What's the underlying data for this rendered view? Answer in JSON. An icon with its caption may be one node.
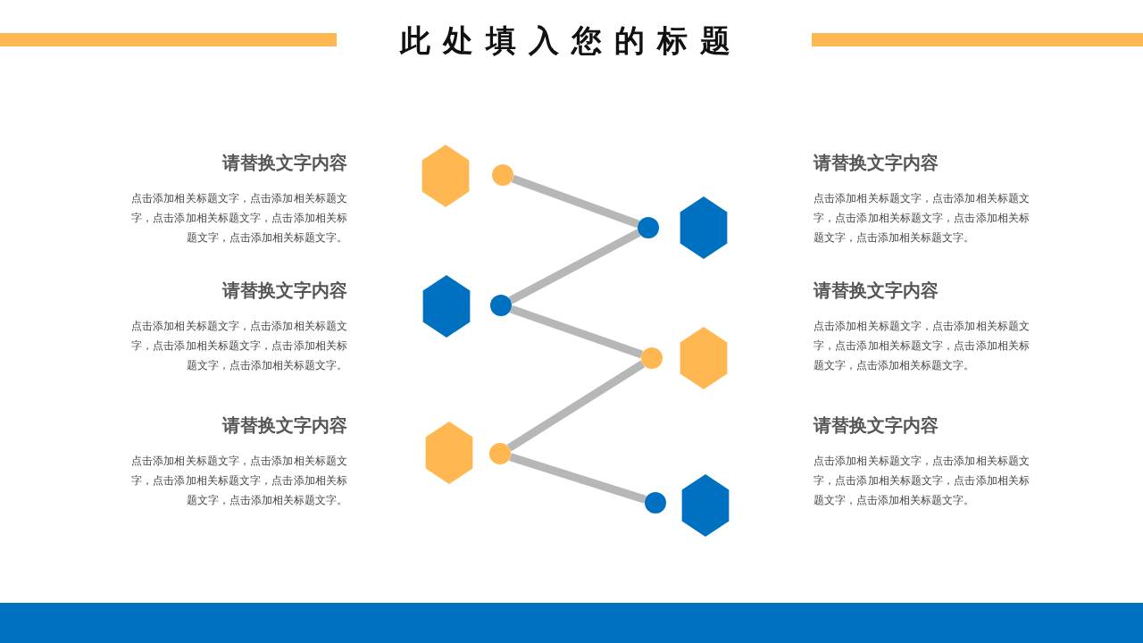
{
  "diagram": {
    "title": "此处填入您的标题",
    "nodes": [
      {
        "text": [],
        "shape": "circle"
      },
      {
        "text": [],
        "shape": "circle"
      },
      {
        "text": [],
        "shape": "circle"
      },
      {
        "text": [],
        "shape": "circle"
      },
      {
        "text": [],
        "shape": "circle"
      },
      {
        "text": [],
        "shape": "circle"
      }
    ],
    "edges": [
      {
        "from": 0,
        "to": 1,
        "arrow": "none"
      },
      {
        "from": 1,
        "to": 2,
        "arrow": "none"
      },
      {
        "from": 2,
        "to": 3,
        "arrow": "none"
      },
      {
        "from": 3,
        "to": 4,
        "arrow": "none"
      },
      {
        "from": 4,
        "to": 5,
        "arrow": "none"
      }
    ],
    "labels": [
      "请替换文字内容",
      "点击添加相关标题文字，点击添加相关标题文字，点击添加相关标题文字，点击添加相关标题文字，点击添加相关标题文字。",
      "请替换文字内容",
      "点击添加相关标题文字，点击添加相关标题文字，点击添加相关标题文字，点击添加相关标题文字，点击添加相关标题文字。",
      "请替换文字内容",
      "点击添加相关标题文字，点击添加相关标题文字，点击添加相关标题文字，点击添加相关标题文字，点击添加相关标题文字。",
      "请替换文字内容",
      "点击添加相关标题文字，点击添加相关标题文字，点击添加相关标题文字，点击添加相关标题文字，点击添加相关标题文字。",
      "请替换文字内容",
      "点击添加相关标题文字，点击添加相关标题文字，点击添加相关标题文字，点击添加相关标题文字，点击添加相关标题文字。",
      "请替换文字内容",
      "点击添加相关标题文字，点击添加相关标题文字，点击添加相关标题文字，点击添加相关标题文字，点击添加相关标题文字。"
    ]
  }
}
